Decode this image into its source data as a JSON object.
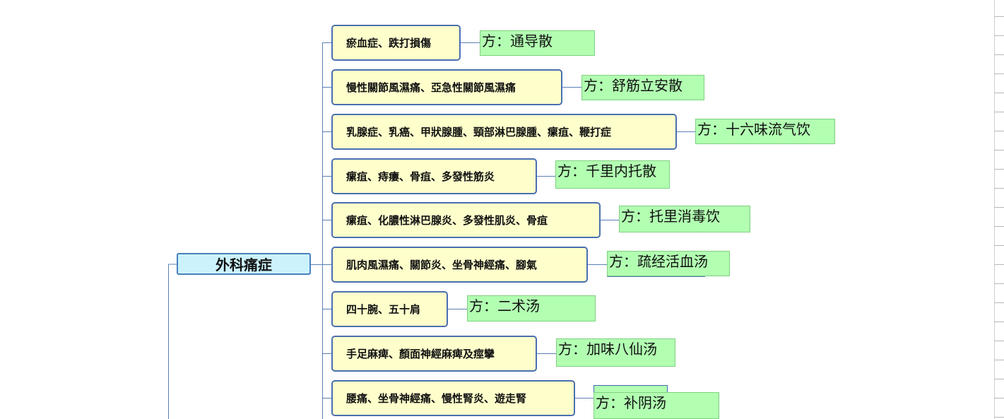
{
  "root": {
    "label": "外科痛症"
  },
  "branches": [
    {
      "label": "瘀血症、跌打損傷",
      "formula": "方：通导散"
    },
    {
      "label": "慢性關節風濕痛、亞急性關節風濕痛",
      "formula": "方：舒筋立安散"
    },
    {
      "label": "乳腺症、乳癌、甲狀腺腫、頸部淋巴腺腫、瘰疽、鞭打症",
      "formula": "方：十六味流气饮"
    },
    {
      "label": "瘰疽、痔瘻、骨疽、多發性筋炎",
      "formula": "方：千里内托散"
    },
    {
      "label": "瘰疽、化膿性淋巴腺炎、多發性肌炎、骨疽",
      "formula": "方：托里消毒饮"
    },
    {
      "label": "肌肉風濕痛、關節炎、坐骨神經痛、腳氣",
      "formula": "方：疏经活血汤"
    },
    {
      "label": "四十腕、五十肩",
      "formula": "方：二术汤"
    },
    {
      "label": "手足麻痺、顏面神經麻痺及痙攣",
      "formula": "方：加味八仙汤"
    },
    {
      "label": "腰痛、坐骨神經痛、慢性腎炎、遊走腎",
      "formula": "方：补阴汤"
    }
  ],
  "colors": {
    "root_fill": "#ccf3fb",
    "branch_fill": "#ffffcc",
    "node_border": "#4a6fb0",
    "formula_fill": "#b2ffb2",
    "connector": "#5a7fb5"
  }
}
